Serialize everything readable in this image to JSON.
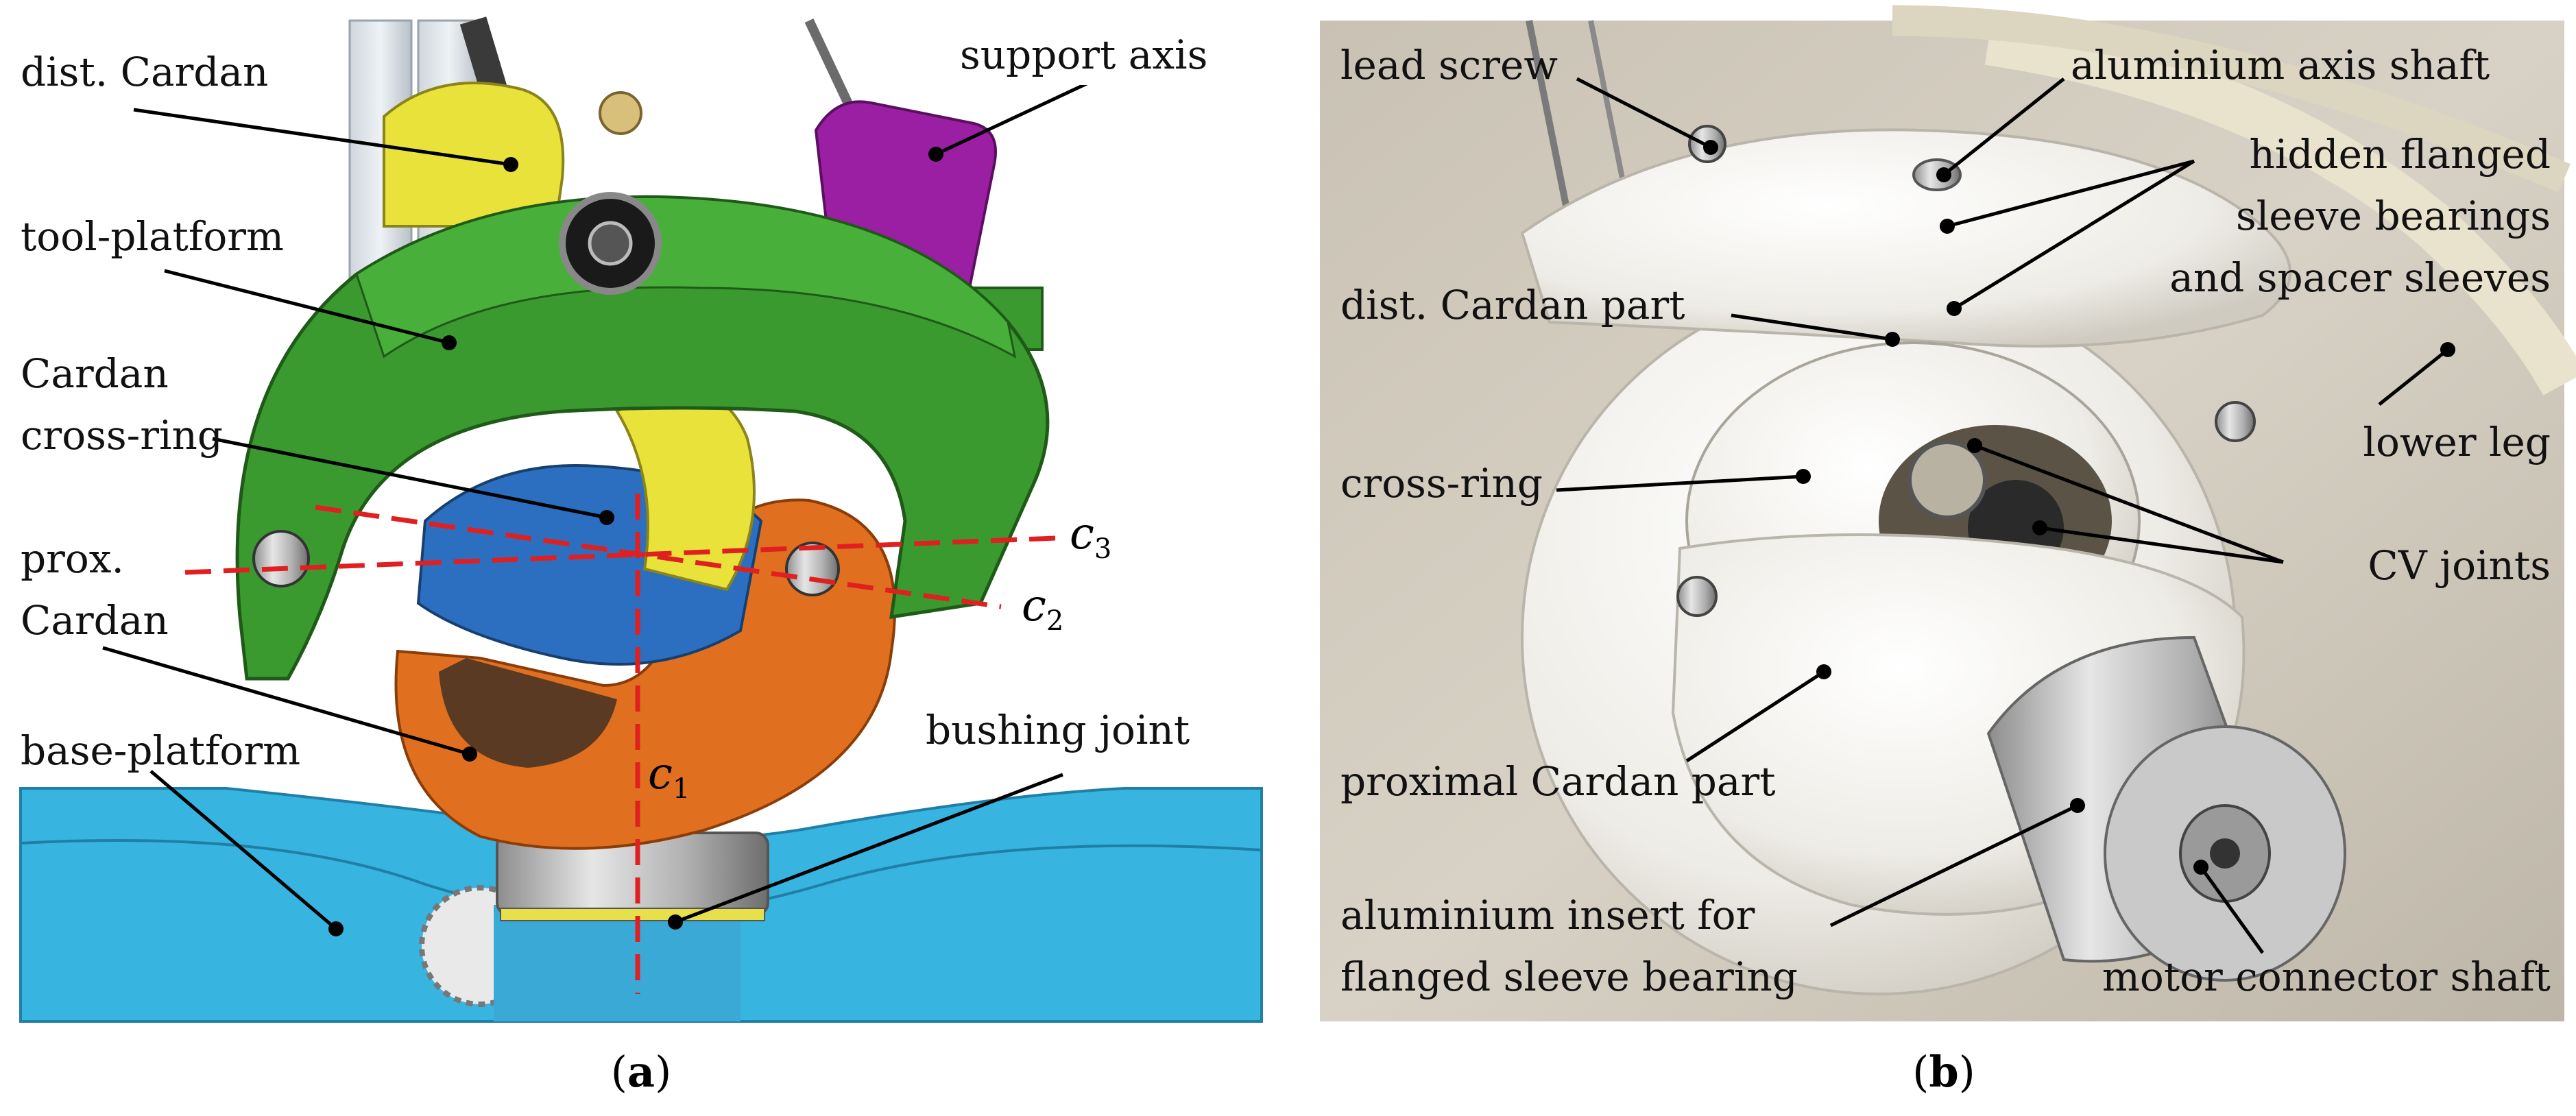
{
  "panel_a": {
    "caption_letter": "a",
    "labels": {
      "dist_cardan": "dist. Cardan",
      "support_axis": "support axis",
      "tool_platform": "tool-platform",
      "cardan_cross_ring_1": "Cardan",
      "cardan_cross_ring_2": "cross-ring",
      "prox_cardan_1": "prox.",
      "prox_cardan_2": "Cardan",
      "base_platform": "base-platform",
      "bushing_joint": "bushing joint"
    },
    "axes": {
      "c1": {
        "letter": "c",
        "sub": "1"
      },
      "c2": {
        "letter": "c",
        "sub": "2"
      },
      "c3": {
        "letter": "c",
        "sub": "3"
      }
    },
    "colors": {
      "tool_platform": "#3a9a2f",
      "dist_cardan": "#e8e23a",
      "support_axis": "#9b1fa3",
      "cross_ring": "#2c6fc0",
      "prox_cardan": "#e07020",
      "base_platform": "#38b4e0",
      "axis_lines": "#e02020"
    }
  },
  "panel_b": {
    "caption_letter": "b",
    "labels": {
      "lead_screw": "lead screw",
      "aluminium_axis_shaft": "aluminium axis shaft",
      "hidden_1": "hidden flanged",
      "hidden_2": "sleeve bearings",
      "hidden_3": "and spacer sleeves",
      "dist_cardan_part": "dist. Cardan part",
      "lower_leg": "lower leg",
      "cross_ring": "cross-ring",
      "cv_joints": "CV joints",
      "proximal_cardan_part": "proximal Cardan part",
      "insert_1": "aluminium insert for",
      "insert_2": "flanged sleeve bearing",
      "motor_connector_shaft": "motor connector shaft"
    }
  }
}
